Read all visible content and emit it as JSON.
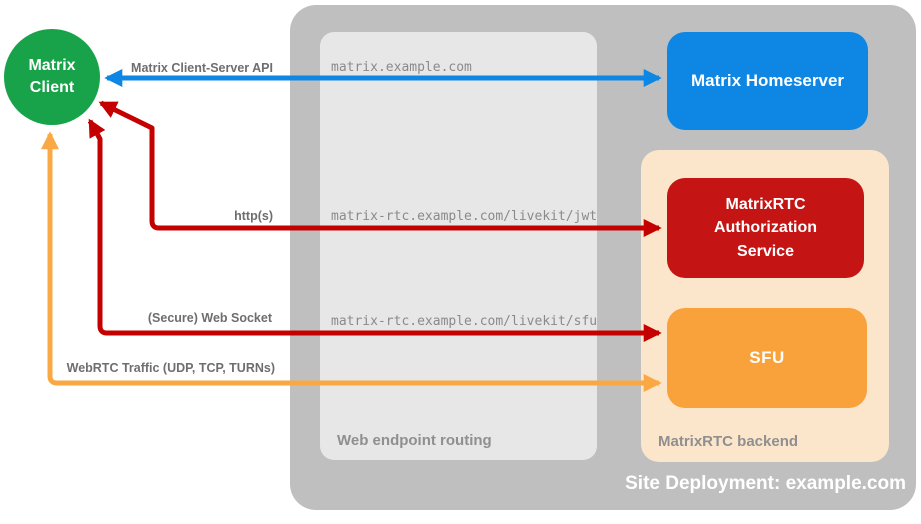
{
  "diagram_title": "Site Deployment: example.com",
  "colors": {
    "client_green": "#18A34B",
    "homeserver_blue": "#0E86E4",
    "auth_red": "#C51414",
    "sfu_orange": "#F9A13B",
    "arrow_red": "#C40000",
    "arrow_orange": "#F9A843",
    "outer_gray": "#BFBFBF",
    "routing_gray": "#E7E7E7",
    "backend_peach": "#FCE6CB",
    "label_gray": "#6E6E6E"
  },
  "nodes": {
    "matrix_client": {
      "label": "Matrix Client",
      "color": "#18A34B"
    },
    "matrix_homeserver": {
      "label": "Matrix Homeserver",
      "color": "#0E86E4"
    },
    "matrixrtc_authorization_service": {
      "label": "MatrixRTC Authorization Service",
      "color": "#C51414"
    },
    "sfu": {
      "label": "SFU",
      "color": "#F9A13B"
    }
  },
  "containers": {
    "site_deployment": {
      "label": "Site Deployment: example.com",
      "color": "#BFBFBF"
    },
    "web_endpoint_routing": {
      "label": "Web endpoint routing",
      "color": "#E7E7E7"
    },
    "matrixrtc_backend": {
      "label": "MatrixRTC backend",
      "color": "#FCE6CB"
    }
  },
  "edges": [
    {
      "label": "Matrix Client-Server API",
      "endpoint": "matrix.example.com",
      "from": "Matrix Client",
      "to": "Matrix Homeserver",
      "direction": "bidirectional",
      "color": "#0E86E4"
    },
    {
      "label": "http(s)",
      "endpoint": "matrix-rtc.example.com/livekit/jwt",
      "from": "Matrix Client",
      "to": "MatrixRTC Authorization Service",
      "direction": "bidirectional",
      "color": "#C40000"
    },
    {
      "label": "(Secure) Web Socket",
      "endpoint": "matrix-rtc.example.com/livekit/sfu",
      "from": "Matrix Client",
      "to": "SFU",
      "direction": "bidirectional",
      "color": "#C40000"
    },
    {
      "label": "WebRTC Traffic (UDP, TCP, TURNs)",
      "endpoint": "",
      "from": "Matrix Client",
      "to": "SFU",
      "direction": "bidirectional",
      "color": "#F9A843"
    }
  ]
}
